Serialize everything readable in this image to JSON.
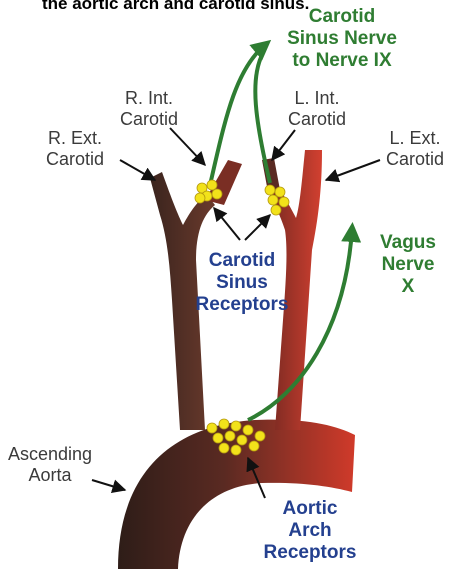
{
  "caption": "the aortic arch and carotid sinus.",
  "labels": {
    "carotid_sinus_nerve": [
      "Carotid",
      "Sinus Nerve",
      "to Nerve IX"
    ],
    "r_int_carotid": [
      "R. Int.",
      "Carotid"
    ],
    "l_int_carotid": [
      "L. Int.",
      "Carotid"
    ],
    "r_ext_carotid": [
      "R. Ext.",
      "Carotid"
    ],
    "l_ext_carotid": [
      "L. Ext.",
      "Carotid"
    ],
    "vagus_nerve": [
      "Vagus",
      "Nerve",
      "X"
    ],
    "carotid_sinus_receptors": [
      "Carotid",
      "Sinus",
      "Receptors"
    ],
    "ascending_aorta": [
      "Ascending",
      "Aorta"
    ],
    "aortic_arch_receptors": [
      "Aortic",
      "Arch",
      "Receptors"
    ]
  },
  "colors": {
    "vessel_dark": "#4a2a22",
    "vessel_red": "#c0392b",
    "nerve_green": "#2e7d32",
    "receptor_yellow": "#f2e21a",
    "label_gray": "#3b3b3b",
    "label_green": "#2f7d32",
    "label_blue": "#24408f"
  }
}
